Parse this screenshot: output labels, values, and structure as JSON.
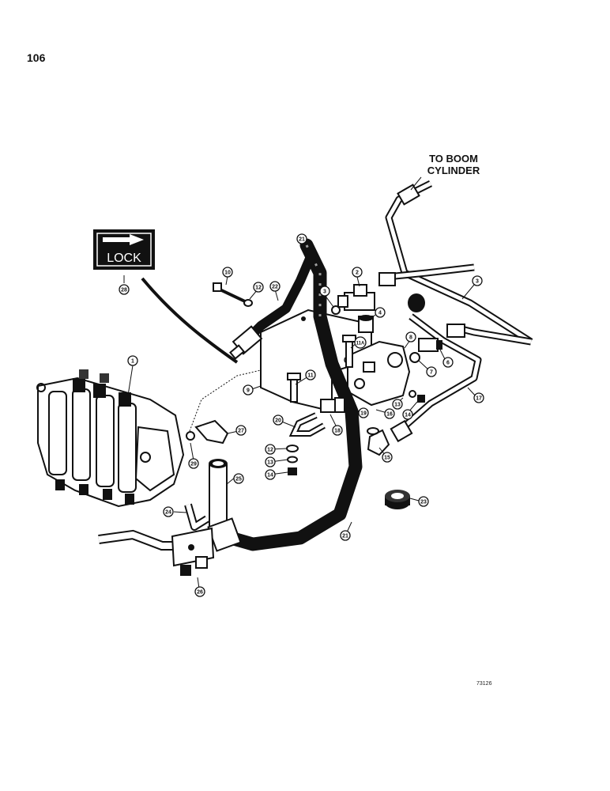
{
  "page": {
    "number": "106"
  },
  "destination": {
    "line1": "TO BOOM",
    "line2": "CYLINDER"
  },
  "lock_sign": {
    "label": "LOCK"
  },
  "figure_code": "73126",
  "callouts": [
    {
      "id": "c1",
      "label": "1"
    },
    {
      "id": "c2",
      "label": "2"
    },
    {
      "id": "c3a",
      "label": "3"
    },
    {
      "id": "c3b",
      "label": "3"
    },
    {
      "id": "c4",
      "label": "4"
    },
    {
      "id": "c6",
      "label": "6"
    },
    {
      "id": "c7",
      "label": "7"
    },
    {
      "id": "c8a",
      "label": "8"
    },
    {
      "id": "c8b",
      "label": "8"
    },
    {
      "id": "c9",
      "label": "9"
    },
    {
      "id": "c10",
      "label": "10"
    },
    {
      "id": "c11",
      "label": "11"
    },
    {
      "id": "c11a",
      "label": "11A"
    },
    {
      "id": "c12a",
      "label": "12"
    },
    {
      "id": "c12b",
      "label": "12"
    },
    {
      "id": "c13a",
      "label": "13"
    },
    {
      "id": "c13b",
      "label": "13"
    },
    {
      "id": "c14a",
      "label": "14"
    },
    {
      "id": "c14b",
      "label": "14"
    },
    {
      "id": "c15",
      "label": "15"
    },
    {
      "id": "c16",
      "label": "16"
    },
    {
      "id": "c17",
      "label": "17"
    },
    {
      "id": "c18",
      "label": "18"
    },
    {
      "id": "c19",
      "label": "19"
    },
    {
      "id": "c20",
      "label": "20"
    },
    {
      "id": "c21a",
      "label": "21"
    },
    {
      "id": "c21b",
      "label": "21"
    },
    {
      "id": "c22",
      "label": "22"
    },
    {
      "id": "c23",
      "label": "23"
    },
    {
      "id": "c24",
      "label": "24"
    },
    {
      "id": "c25",
      "label": "25"
    },
    {
      "id": "c26",
      "label": "26"
    },
    {
      "id": "c27",
      "label": "27"
    },
    {
      "id": "c28",
      "label": "28"
    },
    {
      "id": "c29",
      "label": "29"
    }
  ]
}
